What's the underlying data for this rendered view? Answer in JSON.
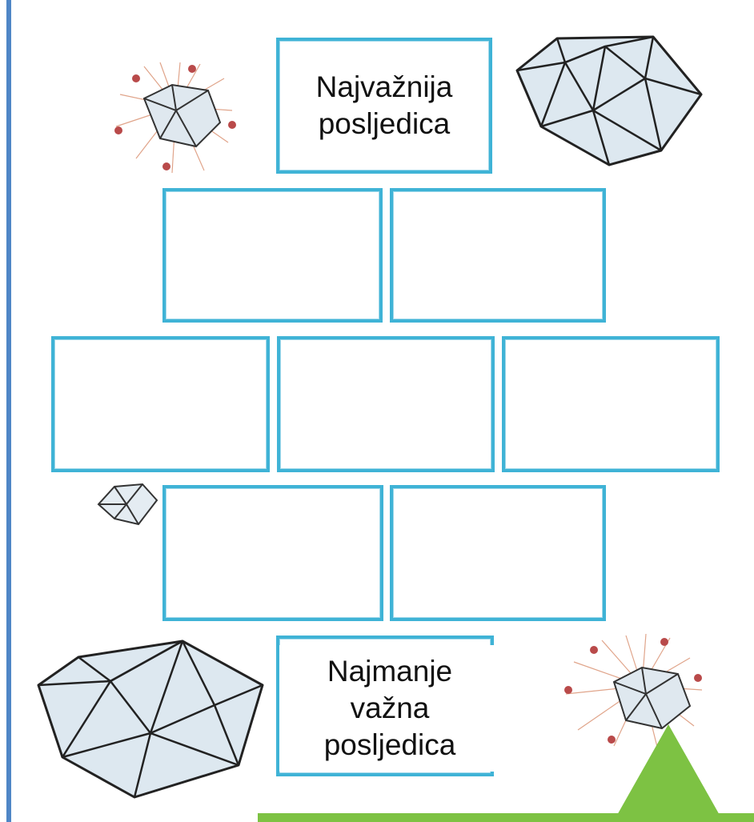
{
  "title": "",
  "top_box": {
    "line1": "Najvažnija",
    "line2": "posljedica"
  },
  "bottom_box": {
    "line1": "Najmanje",
    "line2": "važna",
    "line3": "posljedica"
  },
  "pyramid_rows": [
    {
      "row": 1,
      "boxes": 1
    },
    {
      "row": 2,
      "boxes": 2
    },
    {
      "row": 3,
      "boxes": 3
    },
    {
      "row": 4,
      "boxes": 2
    },
    {
      "row": 5,
      "boxes": 1
    }
  ],
  "decorations": [
    "diamond-icon",
    "sparkle-diamond-icon",
    "small-diamond-icon",
    "green-triangle"
  ],
  "colors": {
    "box_border": "#3fb3d6",
    "left_rule": "#4f86c6",
    "green": "#7dc243",
    "sparkle_star": "#b94a4a"
  }
}
